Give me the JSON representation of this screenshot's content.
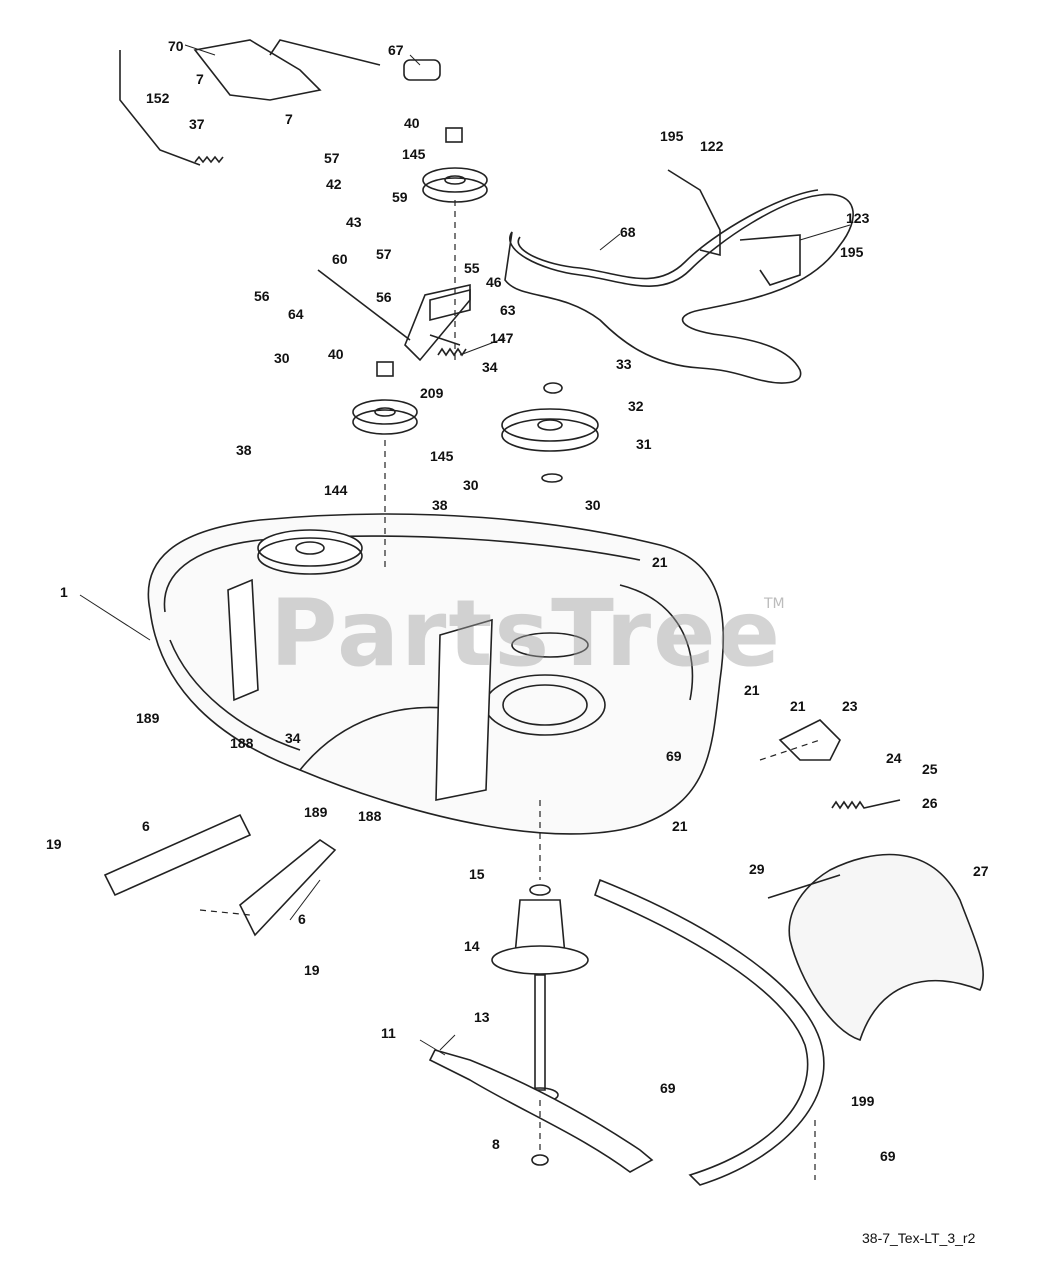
{
  "diagram": {
    "watermark": "PartsTree",
    "watermark_mark": "TM",
    "drawing_code": "38-7_Tex-LT_3_r2",
    "part_labels": [
      "70",
      "67",
      "7",
      "152",
      "7",
      "37",
      "40",
      "145",
      "57",
      "42",
      "59",
      "43",
      "60",
      "56",
      "57",
      "55",
      "46",
      "64",
      "56",
      "63",
      "147",
      "30",
      "40",
      "34",
      "33",
      "32",
      "38",
      "209",
      "145",
      "31",
      "144",
      "30",
      "38",
      "30",
      "21",
      "1",
      "21",
      "21",
      "23",
      "189",
      "188",
      "34",
      "189",
      "188",
      "69",
      "24",
      "25",
      "26",
      "21",
      "6",
      "19",
      "15",
      "6",
      "29",
      "27",
      "19",
      "14",
      "13",
      "11",
      "69",
      "199",
      "8",
      "69",
      "195",
      "122",
      "68",
      "123",
      "195"
    ]
  }
}
